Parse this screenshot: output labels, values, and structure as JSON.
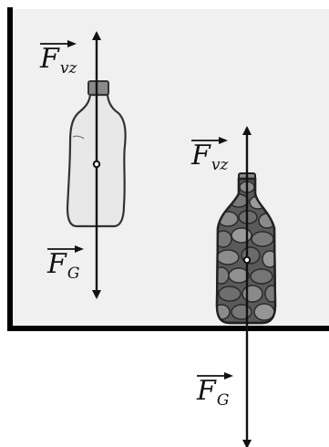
{
  "labels": {
    "buoyant_left": {
      "main": "F",
      "sub": "vz"
    },
    "gravity_left": {
      "main": "F",
      "sub": "G"
    },
    "buoyant_right": {
      "main": "F",
      "sub": "vz"
    },
    "gravity_right": {
      "main": "F",
      "sub": "G"
    }
  },
  "colors": {
    "background": "#ffffff",
    "tank_fill": "#f0f0f0",
    "tank_wall": "#000000",
    "empty_bottle_fill": "#e8e8e8",
    "empty_bottle_outline": "#333333",
    "cap": "#8a8a8a",
    "stone_fill_dark": "#6a6a6a",
    "stone_fill_light": "#8c8c8c",
    "arrow": "#111111"
  },
  "icons": {
    "empty_bottle": "empty-plastic-bottle",
    "stone_bottle": "stone-filled-bottle"
  }
}
